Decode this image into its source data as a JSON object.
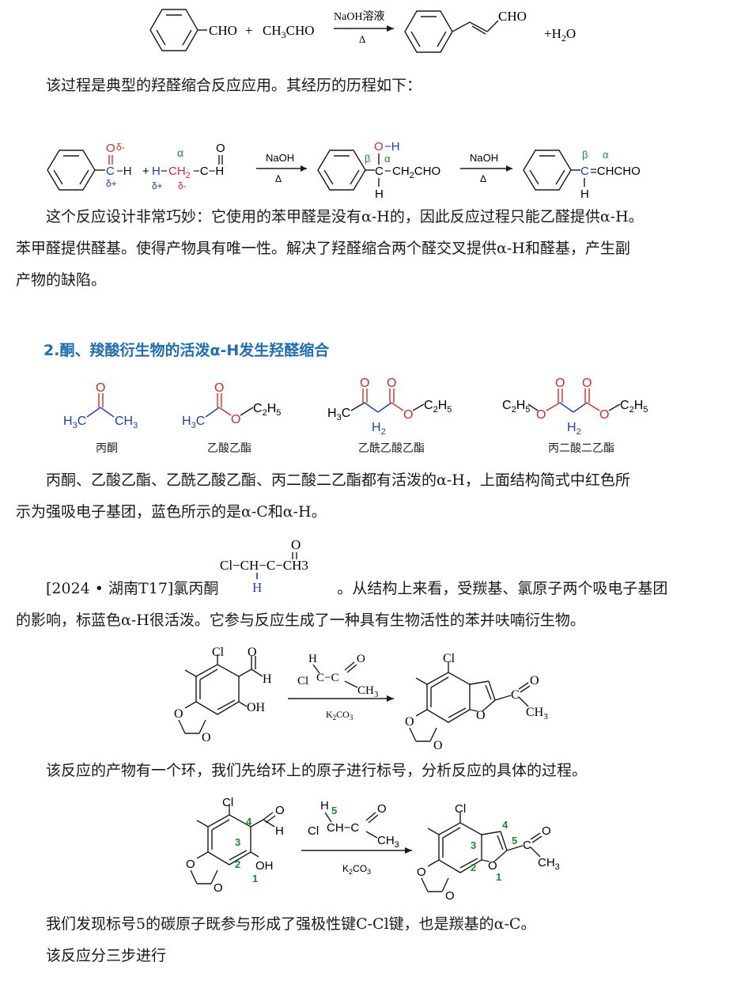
{
  "reaction1": {
    "reactant1_cho": "CHO",
    "plus": "+",
    "reactant2": "CH3CHO",
    "reagent": "NaOH溶液",
    "condition": "Δ",
    "product_cho": "CHO",
    "byproduct": "+H2O"
  },
  "intro_text": "该过程是典型的羟醛缩合反应应用。其经历的历程如下：",
  "mechanism": {
    "reagent1": "NaOH",
    "condition1": "Δ",
    "reagent2": "NaOH",
    "condition2": "Δ",
    "delta_minus": "δ-",
    "delta_plus": "δ+",
    "alpha": "α",
    "beta": "β",
    "intermediate_chain": "CH2CHO",
    "product_chain": "=CHCHO"
  },
  "explain_lines": [
    "这个反应设计非常巧妙：它使用的苯甲醛是没有α-H的，因此反应过程只能乙醛提供α-H。",
    "苯甲醛提供醛基。使得产物具有唯一性。解决了羟醛缩合两个醛交叉提供α-H和醛基，产生副",
    "产物的缺陷。"
  ],
  "section_heading": "2.酮、羧酸衍生物的活泼α-H发生羟醛缩合",
  "compounds": [
    {
      "name": "丙酮"
    },
    {
      "name": "乙酸乙酯"
    },
    {
      "name": "乙酰乙酸乙酯"
    },
    {
      "name": "丙二酸二乙酯"
    }
  ],
  "active_text_lines": [
    "丙酮、乙酸乙酯、乙酰乙酸乙酯、丙二酸二乙酯都有活泼的α-H，上面结构简式中红色所",
    "示为强吸电子基团，蓝色所示的是α-C和α-H。"
  ],
  "example": {
    "prefix": "[2024 • 湖南T17]氯丙酮",
    "formula": "Cl−CH−C−CH3",
    "suffix": "。从结构上来看，受羰基、氯原子两个吸电子基团",
    "line2": "的影响，标蓝色α-H很活泼。它参与反应生成了一种具有生物活性的苯并呋喃衍生物。"
  },
  "reaction2": {
    "reagent": "K2CO3"
  },
  "numbering_text": "该反应的产物有一个环，我们先给环上的原子进行标号，分析反应的具体的过程。",
  "conclusion_lines": [
    "我们发现标号5的碳原子既参与形成了强极性键C-Cl键，也是羰基的α-C。",
    "该反应分三步进行"
  ],
  "colors": {
    "red": "#d12b2b",
    "blue": "#1f3fa8",
    "green": "#1c8a2e",
    "heading": "#1f6fb0"
  }
}
